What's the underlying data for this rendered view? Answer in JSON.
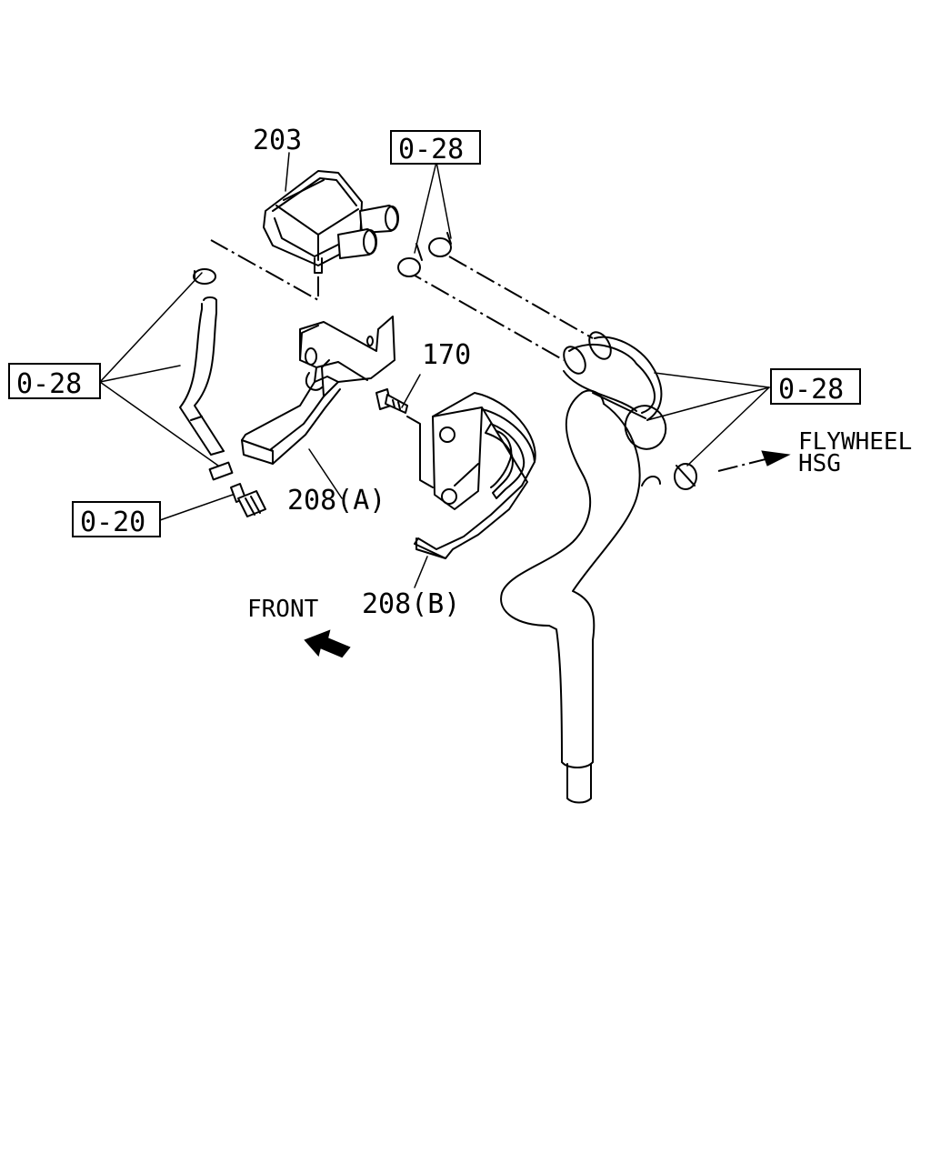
{
  "labels": {
    "part_203": "203",
    "part_170": "170",
    "part_208a": "208(A)",
    "part_208b": "208(B)",
    "ref_028_top": "0-28",
    "ref_028_left": "0-28",
    "ref_028_right": "0-28",
    "ref_020": "0-20",
    "front": "FRONT",
    "flywheel_line1": "FLYWHEEL",
    "flywheel_line2": "HSG"
  }
}
